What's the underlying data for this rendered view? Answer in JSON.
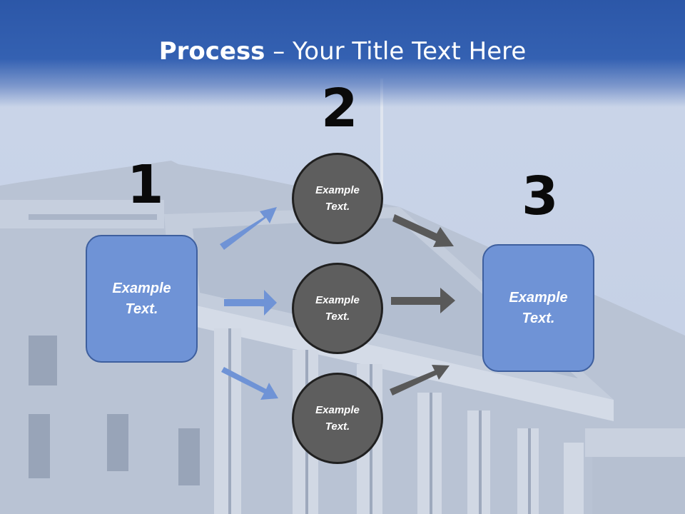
{
  "title": {
    "bold": "Process",
    "rest": " – Your Title Text Here"
  },
  "steps": [
    {
      "number": "1",
      "label": "Example Text."
    },
    {
      "number": "2",
      "items": [
        "Example Text.",
        "Example Text.",
        "Example Text."
      ]
    },
    {
      "number": "3",
      "label": "Example Text."
    }
  ],
  "colors": {
    "header": "#2c57a8",
    "box_fill": "#6f93d6",
    "circle_fill": "#5e5e5e",
    "blue_arrow": "#6f93d6",
    "gray_arrow": "#5a5a5a"
  }
}
